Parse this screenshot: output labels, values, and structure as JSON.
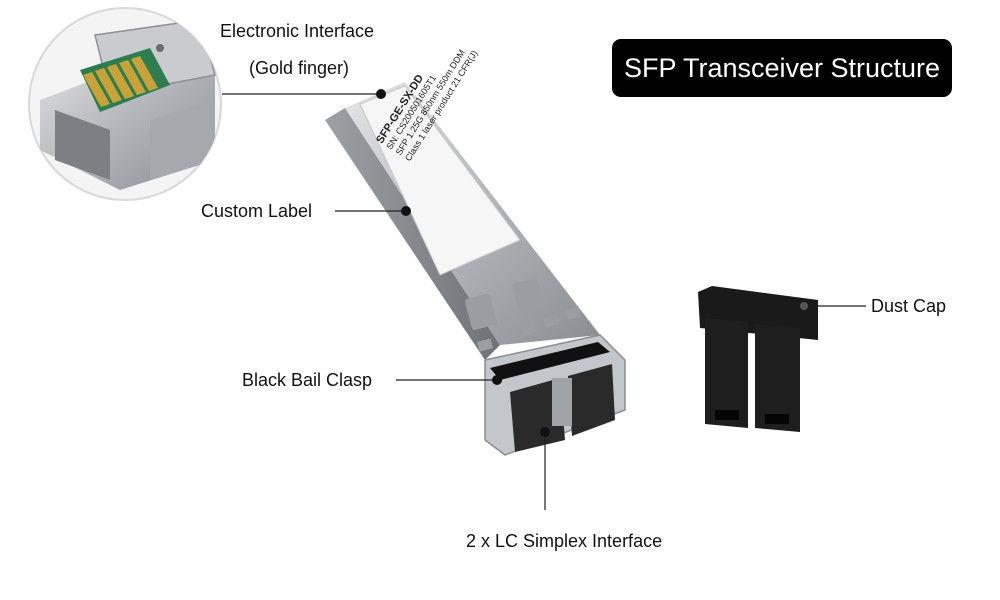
{
  "title": "SFP Transceiver Structure",
  "callouts": {
    "electronic_interface_line1": "Electronic Interface",
    "electronic_interface_line2": "(Gold finger)",
    "custom_label": "Custom Label",
    "black_bail_clasp": "Black Bail Clasp",
    "lc_interface": "2 x LC Simplex Interface",
    "dust_cap": "Dust Cap"
  },
  "module_label": {
    "line1": "SFP-GE-SX-DD",
    "line2": "SN: CS200501605T1",
    "line3": "SFP 1.25G 850nm 550m DDM",
    "line4": "Class 1 laser product 21 CFR(J)"
  },
  "colors": {
    "title_bg": "#000000",
    "title_text": "#ffffff",
    "metal": "#b9bcc0",
    "gold": "#c9a23a",
    "pcb": "#2e7d4f",
    "bail": "#111111",
    "dust_cap": "#1a1a1a"
  }
}
